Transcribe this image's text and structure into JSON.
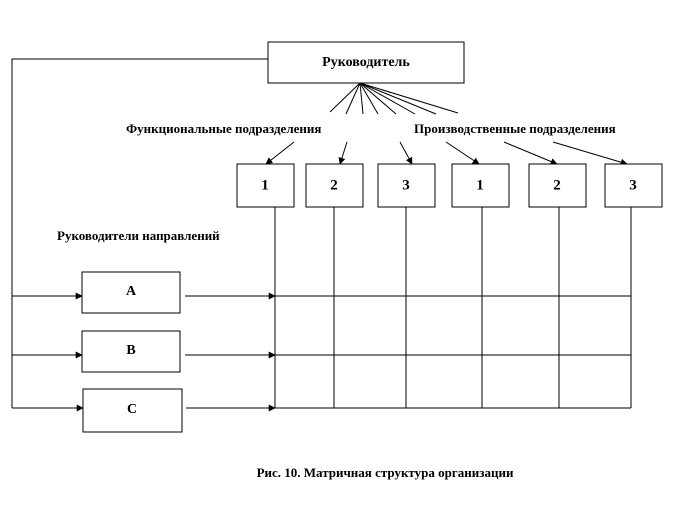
{
  "top_box": "Руководитель",
  "functional_label": "Функциональные подразделения",
  "production_label": "Производственные подразделения",
  "directions_label": "Руководители направлений",
  "unit_boxes": [
    "1",
    "2",
    "3",
    "1",
    "2",
    "3"
  ],
  "direction_boxes": [
    "A",
    "B",
    "C"
  ],
  "caption": "Рис. 10. Матричная структура организации"
}
